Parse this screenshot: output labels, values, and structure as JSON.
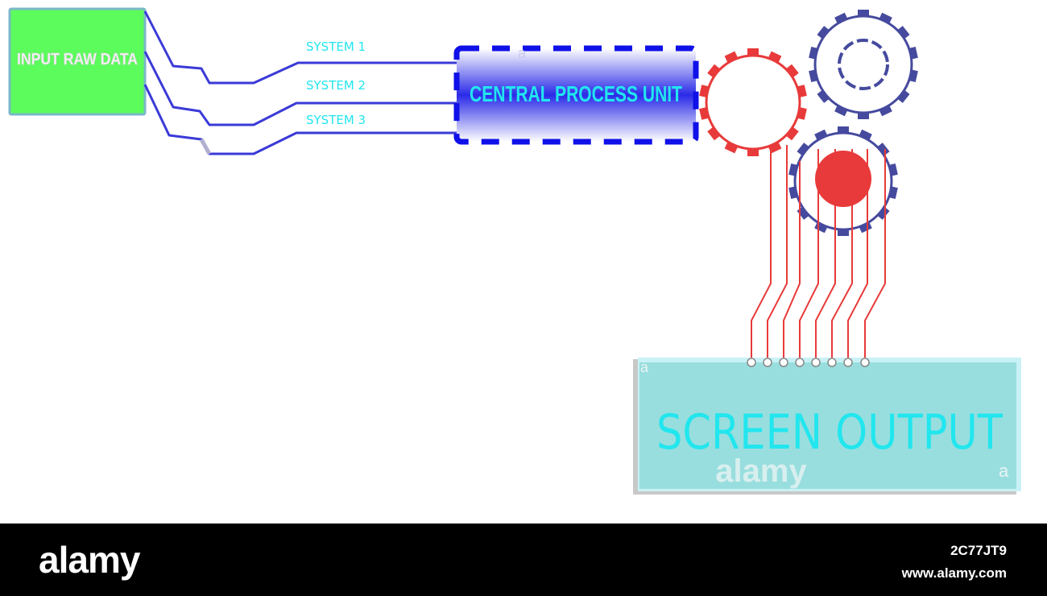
{
  "diagram": {
    "input_label": "INPUT RAW DATA",
    "system_labels": [
      "SYSTEM 1",
      "SYSTEM 2",
      "SYSTEM 3"
    ],
    "cpu_label": "CENTRAL PROCESS UNIT",
    "output_label": "SCREEN OUTPUT",
    "watermark": "alamy",
    "watermark_letter": "a"
  },
  "footer": {
    "logo": "alamy",
    "image_id": "2C77JT9",
    "url": "www.alamy.com"
  },
  "colors": {
    "input_fill": "#5cfc5c",
    "wire_blue": "#3a3ad8",
    "cpu_dash": "#1010e8",
    "cpu_gradient_center": "#2a2ae8",
    "label_cyan": "#22e6ee",
    "gear_red": "#e83a3a",
    "gear_navy": "#454a9e",
    "output_fill": "#99dede",
    "footer_bg": "#000000"
  }
}
